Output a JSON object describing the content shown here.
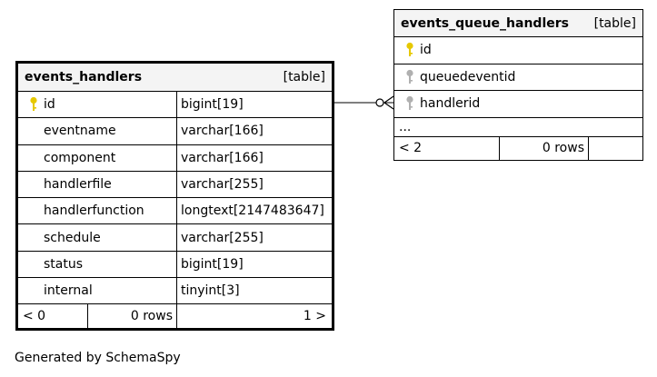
{
  "tables": {
    "main": {
      "name": "events_handlers",
      "kind": "[table]",
      "columns": [
        {
          "name": "id",
          "type": "bigint[19]",
          "key": "primary"
        },
        {
          "name": "eventname",
          "type": "varchar[166]",
          "key": "none"
        },
        {
          "name": "component",
          "type": "varchar[166]",
          "key": "none"
        },
        {
          "name": "handlerfile",
          "type": "varchar[255]",
          "key": "none"
        },
        {
          "name": "handlerfunction",
          "type": "longtext[2147483647]",
          "key": "none"
        },
        {
          "name": "schedule",
          "type": "varchar[255]",
          "key": "none"
        },
        {
          "name": "status",
          "type": "bigint[19]",
          "key": "none"
        },
        {
          "name": "internal",
          "type": "tinyint[3]",
          "key": "none"
        }
      ],
      "footer": {
        "parents": "< 0",
        "rows": "0 rows",
        "children": "1 >"
      }
    },
    "queue": {
      "name": "events_queue_handlers",
      "kind": "[table]",
      "columns": [
        {
          "name": "id",
          "key": "primary"
        },
        {
          "name": "queuedeventid",
          "key": "foreign"
        },
        {
          "name": "handlerid",
          "key": "foreign"
        }
      ],
      "ellipsis": "...",
      "footer": {
        "parents": "< 2",
        "rows": "0 rows",
        "children": ""
      }
    }
  },
  "relationship": {
    "from": "events_handlers.id",
    "to": "events_queue_handlers.handlerid",
    "cardinality": "one-to-zero-or-many"
  },
  "footer_text": "Generated by SchemaSpy",
  "colors": {
    "primary_key": "#e6c800",
    "foreign_key": "#b0b0b0",
    "header_bg": "#f4f4f4"
  }
}
